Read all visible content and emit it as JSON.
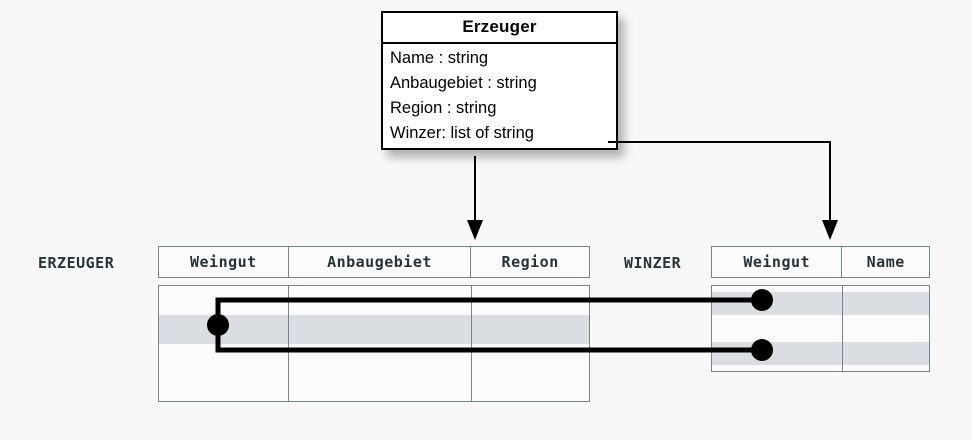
{
  "diagram": {
    "title": "Erzeuger class to relational tables mapping",
    "background_color": "#f8f8f8",
    "line_color": "#000000",
    "table_border_color": "#73858b",
    "row_shade_color": "#dadde1"
  },
  "uml_class": {
    "name": "Erzeuger",
    "attributes": [
      "Name : string",
      "Anbaugebiet : string",
      "Region : string",
      "Winzer: list of string"
    ]
  },
  "tables": [
    {
      "label": "ERZEUGER",
      "columns": [
        "Weingut",
        "Anbaugebiet",
        "Region"
      ],
      "body_row_count": 4,
      "shaded_rows": [
        2
      ],
      "rows": [
        [
          "",
          "",
          ""
        ],
        [
          "",
          "",
          ""
        ],
        [
          "",
          "",
          ""
        ],
        [
          "",
          "",
          ""
        ]
      ]
    },
    {
      "label": "WINZER",
      "columns": [
        "Weingut",
        "Name"
      ],
      "body_row_count": 3,
      "shaded_rows": [
        1,
        3
      ],
      "rows": [
        [
          "",
          ""
        ],
        [
          "",
          ""
        ],
        [
          "",
          ""
        ]
      ]
    }
  ],
  "connectors": [
    {
      "name": "erzeuger-mapping-arrow",
      "from": "Erzeuger class box",
      "to": "ERZEUGER table",
      "style": "arrow-down"
    },
    {
      "name": "winzer-mapping-arrow",
      "from": "Winzer: list of string attribute",
      "to": "WINZER table",
      "style": "elbow-arrow-down"
    },
    {
      "name": "foreign-key-link-upper",
      "from": "ERZEUGER.Weingut row 2",
      "to": "WINZER.Weingut row 1",
      "style": "bracket-line-with-dots"
    },
    {
      "name": "foreign-key-link-lower",
      "from": "ERZEUGER.Weingut row 2",
      "to": "WINZER.Weingut row 3",
      "style": "bracket-line-with-dots"
    }
  ]
}
